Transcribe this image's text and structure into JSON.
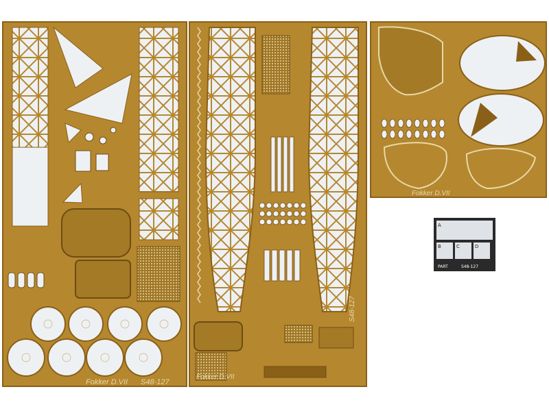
{
  "image": {
    "background": "#ffffff",
    "brass": "#b5872f",
    "brass_dark": "#8a6018",
    "cutout": "#eef1f4"
  },
  "fret_left": {
    "label": "Fokker D.VII",
    "code": "S48-127"
  },
  "fret_middle": {
    "label": "Fokker D.VII",
    "code": "S48-127"
  },
  "fret_right": {
    "label": "Fokker D.VII"
  },
  "mini_card": {
    "letters": [
      "A",
      "B",
      "C",
      "D"
    ],
    "brand": "PART",
    "code": "S48-127"
  }
}
